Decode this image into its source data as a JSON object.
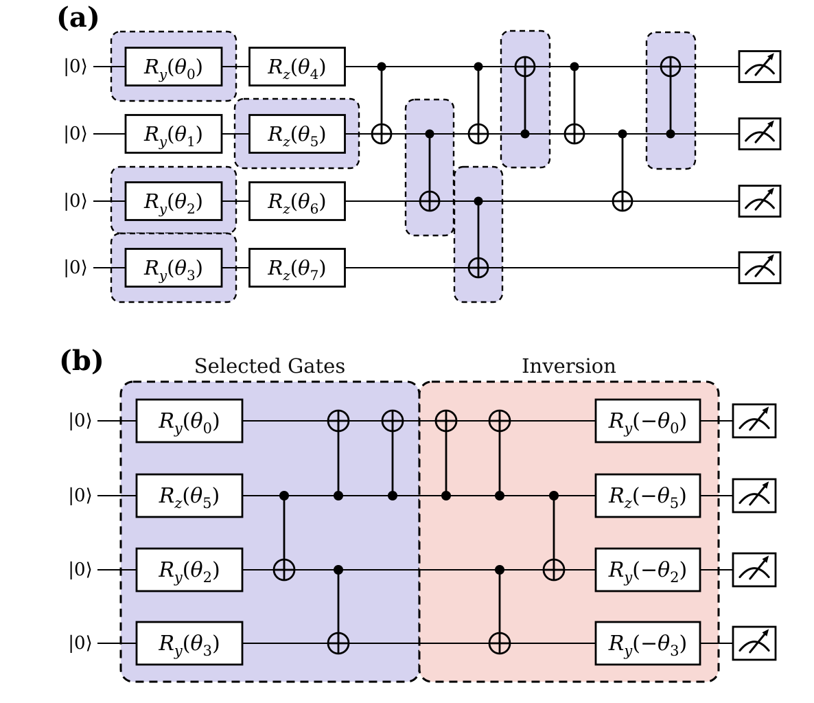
{
  "colors": {
    "selected_fill": "#d6d3f0",
    "inversion_fill": "#f8d9d5",
    "line": "#000000",
    "gate_fill": "#ffffff",
    "background": "#ffffff"
  },
  "panels": [
    {
      "label": "(a)",
      "qubit_labels": [
        "|0⟩",
        "|0⟩",
        "|0⟩",
        "|0⟩"
      ],
      "rotation_columns": [
        {
          "gates": [
            {
              "wire": 0,
              "base": "R",
              "base_sub": "y",
              "sign": "",
              "arg": "θ",
              "arg_sub": "0",
              "highlighted": true
            },
            {
              "wire": 1,
              "base": "R",
              "base_sub": "y",
              "sign": "",
              "arg": "θ",
              "arg_sub": "1",
              "highlighted": false
            },
            {
              "wire": 2,
              "base": "R",
              "base_sub": "y",
              "sign": "",
              "arg": "θ",
              "arg_sub": "2",
              "highlighted": true
            },
            {
              "wire": 3,
              "base": "R",
              "base_sub": "y",
              "sign": "",
              "arg": "θ",
              "arg_sub": "3",
              "highlighted": true
            }
          ]
        },
        {
          "gates": [
            {
              "wire": 0,
              "base": "R",
              "base_sub": "z",
              "sign": "",
              "arg": "θ",
              "arg_sub": "4",
              "highlighted": false
            },
            {
              "wire": 1,
              "base": "R",
              "base_sub": "z",
              "sign": "",
              "arg": "θ",
              "arg_sub": "5",
              "highlighted": true
            },
            {
              "wire": 2,
              "base": "R",
              "base_sub": "z",
              "sign": "",
              "arg": "θ",
              "arg_sub": "6",
              "highlighted": false
            },
            {
              "wire": 3,
              "base": "R",
              "base_sub": "z",
              "sign": "",
              "arg": "θ",
              "arg_sub": "7",
              "highlighted": false
            }
          ]
        }
      ],
      "cnots": [
        {
          "control": 0,
          "target": 1,
          "highlighted": false
        },
        {
          "control": 1,
          "target": 2,
          "highlighted": true
        },
        {
          "control": 0,
          "target": 1,
          "highlighted": false
        },
        {
          "control": 2,
          "target": 3,
          "highlighted": true
        },
        {
          "control": 1,
          "target": 0,
          "highlighted": true
        },
        {
          "control": 0,
          "target": 1,
          "highlighted": false
        },
        {
          "control": 1,
          "target": 2,
          "highlighted": false
        },
        {
          "control": 1,
          "target": 0,
          "highlighted": true
        }
      ],
      "measurements": [
        "measure-gauge-icon",
        "measure-gauge-icon",
        "measure-gauge-icon",
        "measure-gauge-icon"
      ]
    },
    {
      "label": "(b)",
      "qubit_labels": [
        "|0⟩",
        "|0⟩",
        "|0⟩",
        "|0⟩"
      ],
      "regions": [
        {
          "title": "Selected Gates",
          "fill_key": "selected_fill"
        },
        {
          "title": "Inversion",
          "fill_key": "inversion_fill"
        }
      ],
      "left_gates": [
        {
          "wire": 0,
          "base": "R",
          "base_sub": "y",
          "sign": "",
          "arg": "θ",
          "arg_sub": "0"
        },
        {
          "wire": 1,
          "base": "R",
          "base_sub": "z",
          "sign": "",
          "arg": "θ",
          "arg_sub": "5"
        },
        {
          "wire": 2,
          "base": "R",
          "base_sub": "y",
          "sign": "",
          "arg": "θ",
          "arg_sub": "2"
        },
        {
          "wire": 3,
          "base": "R",
          "base_sub": "y",
          "sign": "",
          "arg": "θ",
          "arg_sub": "3"
        }
      ],
      "right_gates": [
        {
          "wire": 0,
          "base": "R",
          "base_sub": "y",
          "sign": "−",
          "arg": "θ",
          "arg_sub": "0"
        },
        {
          "wire": 1,
          "base": "R",
          "base_sub": "z",
          "sign": "−",
          "arg": "θ",
          "arg_sub": "5"
        },
        {
          "wire": 2,
          "base": "R",
          "base_sub": "y",
          "sign": "−",
          "arg": "θ",
          "arg_sub": "2"
        },
        {
          "wire": 3,
          "base": "R",
          "base_sub": "y",
          "sign": "−",
          "arg": "θ",
          "arg_sub": "3"
        }
      ],
      "cnots": [
        {
          "control": 1,
          "target": 2
        },
        {
          "control": 1,
          "target": 0
        },
        {
          "control": 2,
          "target": 3
        },
        {
          "control": 1,
          "target": 0
        },
        {
          "control": 1,
          "target": 0
        },
        {
          "control": 1,
          "target": 0
        },
        {
          "control": 2,
          "target": 3
        },
        {
          "control": 1,
          "target": 2
        }
      ],
      "measurements": [
        "measure-gauge-icon",
        "measure-gauge-icon",
        "measure-gauge-icon",
        "measure-gauge-icon"
      ]
    }
  ]
}
